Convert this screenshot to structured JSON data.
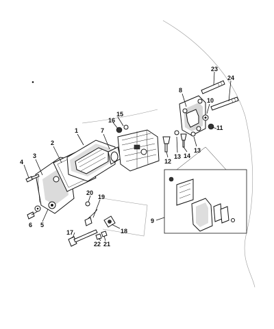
{
  "diagram": {
    "callouts": [
      "1",
      "2",
      "3",
      "4",
      "5",
      "6",
      "7",
      "8",
      "9",
      "10",
      "11",
      "12",
      "13",
      "13",
      "14",
      "15",
      "16",
      "17",
      "18",
      "19",
      "20",
      "21",
      "22",
      "23",
      "24"
    ]
  }
}
